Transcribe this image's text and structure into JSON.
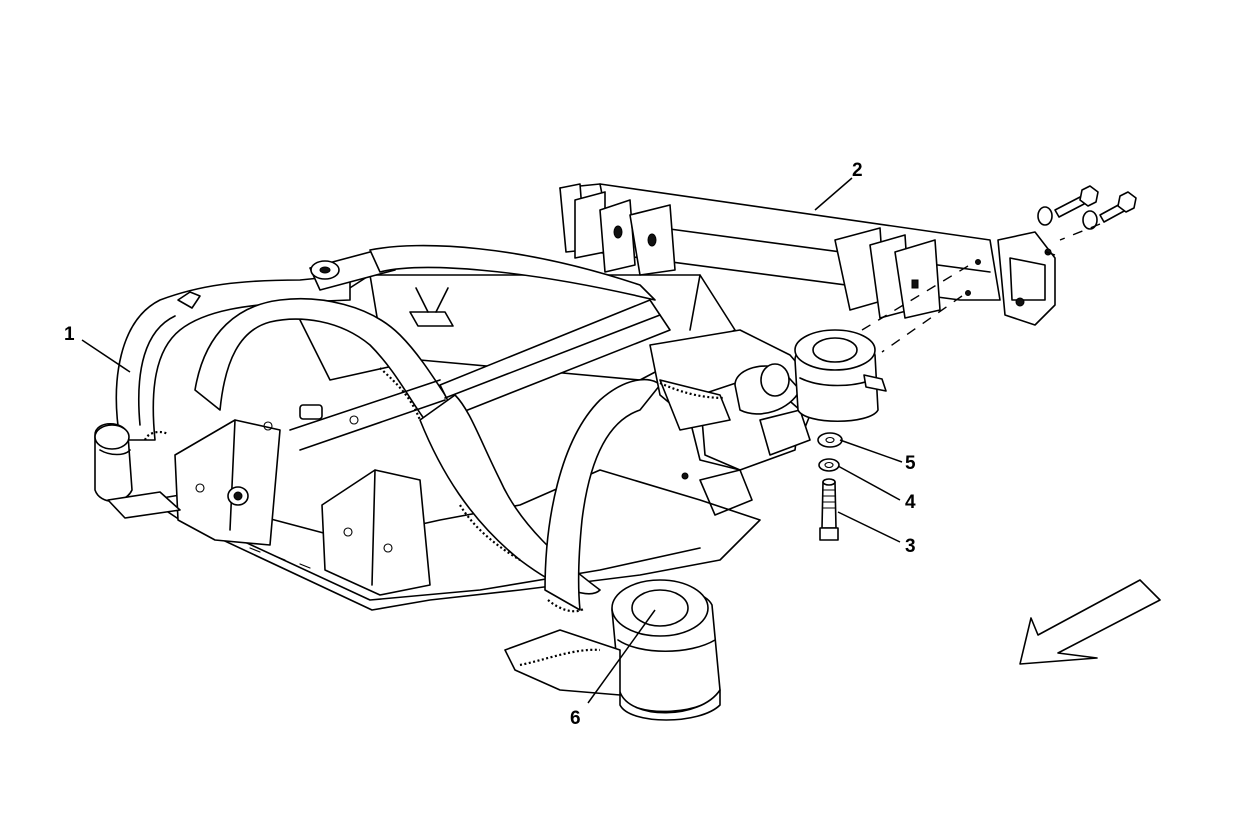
{
  "diagram": {
    "callouts": [
      {
        "id": "1",
        "label": "1"
      },
      {
        "id": "2",
        "label": "2"
      },
      {
        "id": "3",
        "label": "3"
      },
      {
        "id": "4",
        "label": "4"
      },
      {
        "id": "5",
        "label": "5"
      },
      {
        "id": "6",
        "label": "6"
      }
    ],
    "parts": {
      "subframe": "rear-subframe",
      "crossmember": "rear-crossmember",
      "screw": "screw",
      "washer_spring": "spring-washer",
      "washer_flat": "flat-washer",
      "bushing": "rubber-bushing"
    },
    "direction_arrow": "front-direction-arrow-icon"
  }
}
